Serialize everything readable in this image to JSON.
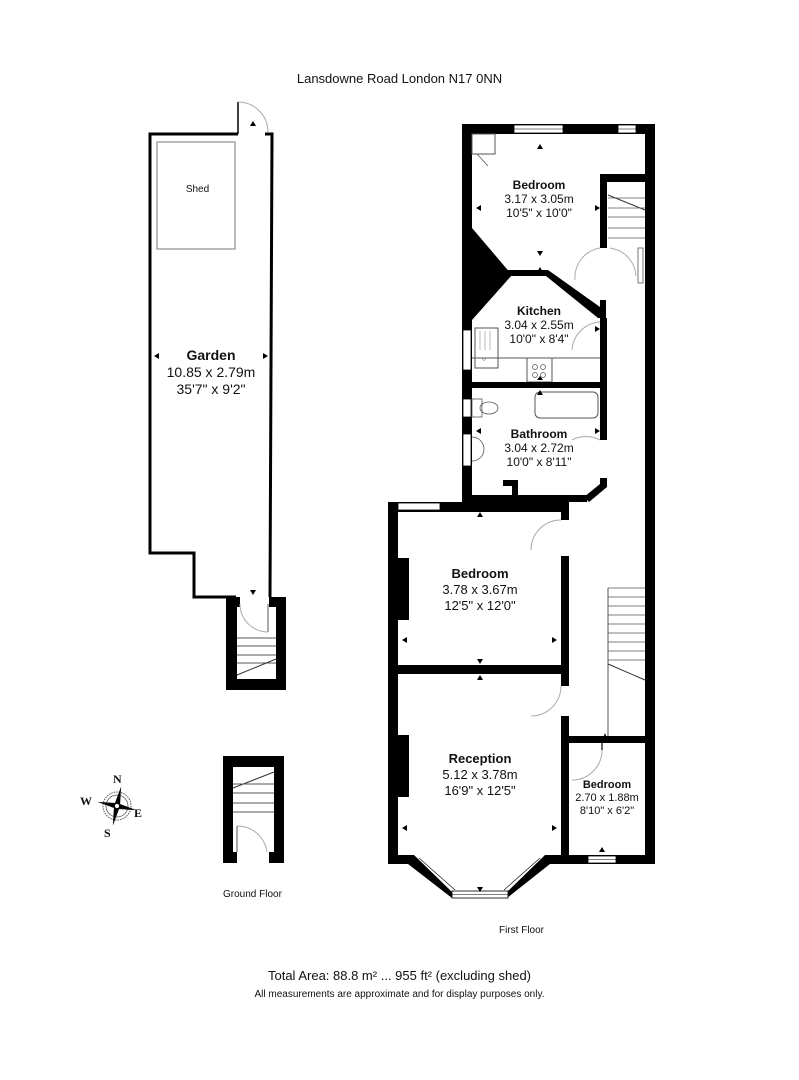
{
  "header": {
    "title": "Lansdowne Road London N17 0NN"
  },
  "floors": {
    "ground": {
      "label": "Ground Floor"
    },
    "first": {
      "label": "First Floor"
    }
  },
  "rooms": {
    "shed": {
      "name": "Shed"
    },
    "garden": {
      "name": "Garden",
      "metric": "10.85 x 2.79m",
      "imperial": "35'7\" x 9'2\""
    },
    "bedroom_top": {
      "name": "Bedroom",
      "metric": "3.17 x 3.05m",
      "imperial": "10'5\" x 10'0\""
    },
    "kitchen": {
      "name": "Kitchen",
      "metric": "3.04 x 2.55m",
      "imperial": "10'0\" x 8'4\""
    },
    "bathroom": {
      "name": "Bathroom",
      "metric": "3.04 x 2.72m",
      "imperial": "10'0\" x 8'11\""
    },
    "bedroom_middle": {
      "name": "Bedroom",
      "metric": "3.78 x 3.67m",
      "imperial": "12'5\" x 12'0\""
    },
    "reception": {
      "name": "Reception",
      "metric": "5.12 x 3.78m",
      "imperial": "16'9\" x 12'5\""
    },
    "bedroom_small": {
      "name": "Bedroom",
      "metric": "2.70 x 1.88m",
      "imperial": "8'10\" x 6'2\""
    }
  },
  "compass": {
    "n": "N",
    "s": "S",
    "e": "E",
    "w": "W"
  },
  "footer": {
    "total_area": "Total Area: 88.8 m² ... 955 ft² (excluding shed)",
    "disclaimer": "All measurements are approximate and for display purposes only."
  },
  "colors": {
    "wall": "#000000",
    "thin_line": "#555555",
    "door_arc": "#aaaaaa",
    "background": "#ffffff"
  }
}
